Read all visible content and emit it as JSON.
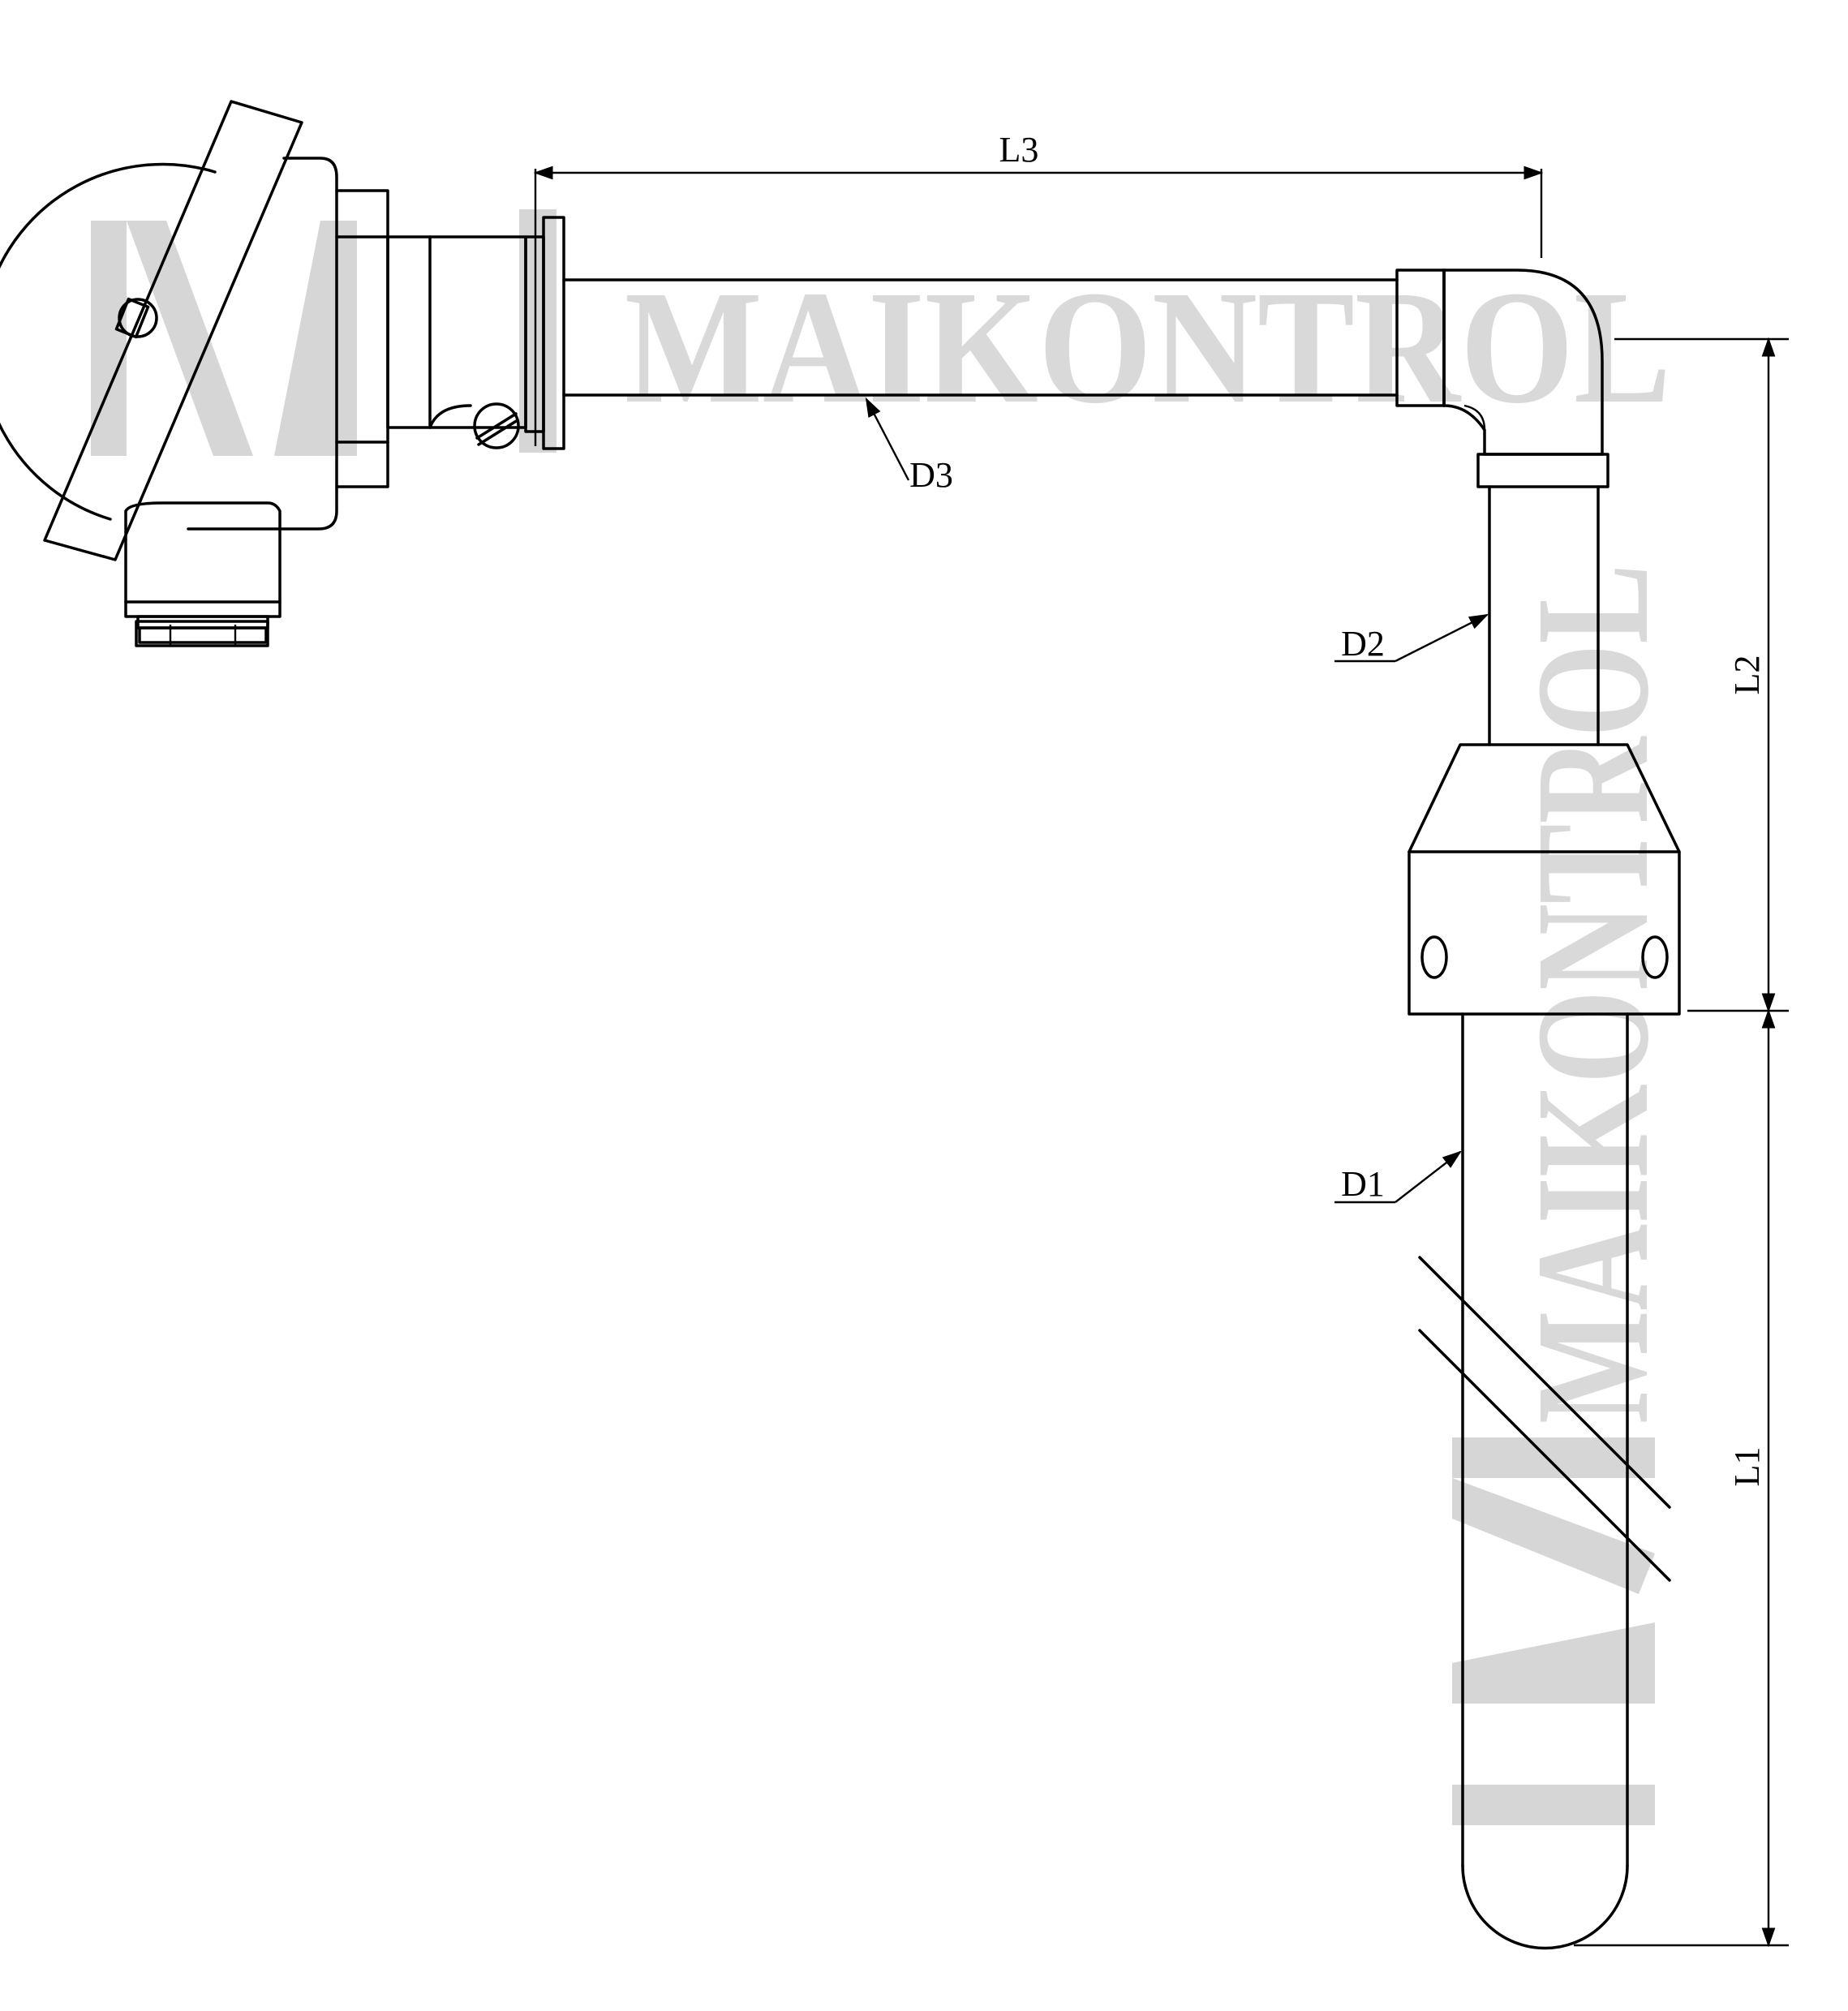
{
  "diagram": {
    "watermark_text": "MAIKONTROL",
    "dimensions": {
      "L1": "L1",
      "L2": "L2",
      "L3": "L3"
    },
    "diameters": {
      "D1": "D1",
      "D2": "D2",
      "D3": "D3"
    }
  }
}
